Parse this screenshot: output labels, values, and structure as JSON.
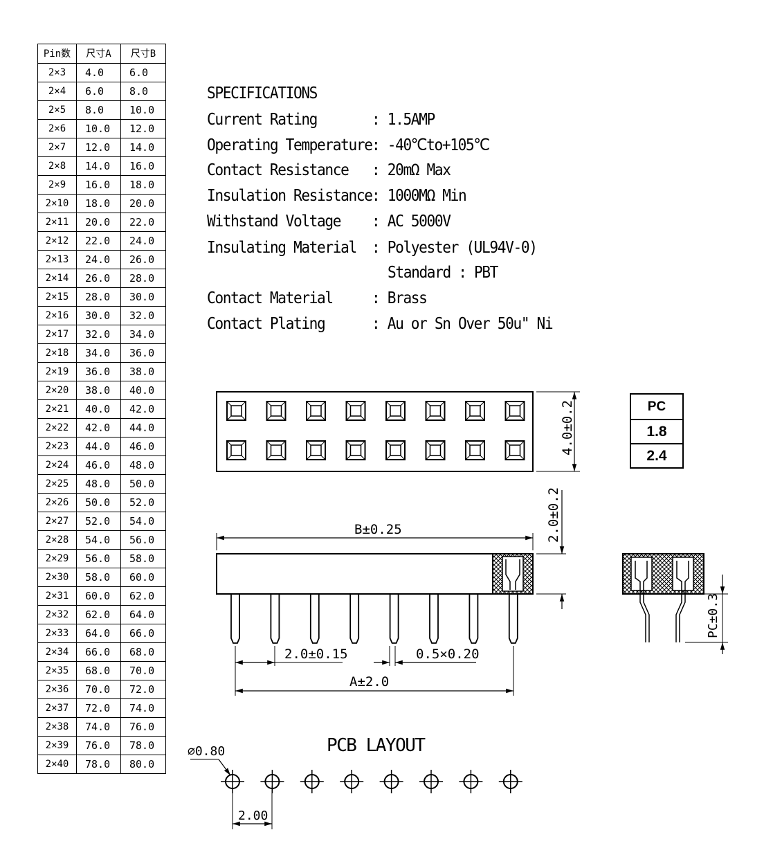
{
  "pin_table": {
    "headers": [
      "Pin数",
      "尺寸A",
      "尺寸B"
    ],
    "rows": [
      [
        "2×3",
        "4.0",
        "6.0"
      ],
      [
        "2×4",
        "6.0",
        "8.0"
      ],
      [
        "2×5",
        "8.0",
        "10.0"
      ],
      [
        "2×6",
        "10.0",
        "12.0"
      ],
      [
        "2×7",
        "12.0",
        "14.0"
      ],
      [
        "2×8",
        "14.0",
        "16.0"
      ],
      [
        "2×9",
        "16.0",
        "18.0"
      ],
      [
        "2×10",
        "18.0",
        "20.0"
      ],
      [
        "2×11",
        "20.0",
        "22.0"
      ],
      [
        "2×12",
        "22.0",
        "24.0"
      ],
      [
        "2×13",
        "24.0",
        "26.0"
      ],
      [
        "2×14",
        "26.0",
        "28.0"
      ],
      [
        "2×15",
        "28.0",
        "30.0"
      ],
      [
        "2×16",
        "30.0",
        "32.0"
      ],
      [
        "2×17",
        "32.0",
        "34.0"
      ],
      [
        "2×18",
        "34.0",
        "36.0"
      ],
      [
        "2×19",
        "36.0",
        "38.0"
      ],
      [
        "2×20",
        "38.0",
        "40.0"
      ],
      [
        "2×21",
        "40.0",
        "42.0"
      ],
      [
        "2×22",
        "42.0",
        "44.0"
      ],
      [
        "2×23",
        "44.0",
        "46.0"
      ],
      [
        "2×24",
        "46.0",
        "48.0"
      ],
      [
        "2×25",
        "48.0",
        "50.0"
      ],
      [
        "2×26",
        "50.0",
        "52.0"
      ],
      [
        "2×27",
        "52.0",
        "54.0"
      ],
      [
        "2×28",
        "54.0",
        "56.0"
      ],
      [
        "2×29",
        "56.0",
        "58.0"
      ],
      [
        "2×30",
        "58.0",
        "60.0"
      ],
      [
        "2×31",
        "60.0",
        "62.0"
      ],
      [
        "2×32",
        "62.0",
        "64.0"
      ],
      [
        "2×33",
        "64.0",
        "66.0"
      ],
      [
        "2×34",
        "66.0",
        "68.0"
      ],
      [
        "2×35",
        "68.0",
        "70.0"
      ],
      [
        "2×36",
        "70.0",
        "72.0"
      ],
      [
        "2×37",
        "72.0",
        "74.0"
      ],
      [
        "2×38",
        "74.0",
        "76.0"
      ],
      [
        "2×39",
        "76.0",
        "78.0"
      ],
      [
        "2×40",
        "78.0",
        "80.0"
      ]
    ]
  },
  "specifications": {
    "title": "SPECIFICATIONS",
    "items": [
      {
        "label": "Current Rating",
        "value": ": 1.5AMP"
      },
      {
        "label": "Operating Temperature",
        "value": ": -40℃to+105℃"
      },
      {
        "label": "Contact Resistance",
        "value": ": 20mΩ Max"
      },
      {
        "label": "Insulation Resistance",
        "value": ": 1000MΩ Min"
      },
      {
        "label": "Withstand Voltage",
        "value": ": AC 5000V"
      },
      {
        "label": "Insulating Material",
        "value": ": Polyester (UL94V-0)"
      },
      {
        "label": "",
        "value": "Standard : PBT"
      },
      {
        "label": "Contact Material",
        "value": ": Brass"
      },
      {
        "label": "Contact Plating",
        "value": ": Au or Sn Over 50u\" Ni"
      }
    ]
  },
  "pc_table": {
    "header": "PC",
    "values": [
      "1.8",
      "2.4"
    ]
  },
  "dimensions": {
    "height_top": "4.0±0.2",
    "height_side": "2.0±0.2",
    "length_b": "B±0.25",
    "pitch": "2.0±0.15",
    "pin_size": "0.5×0.20",
    "length_a": "A±2.0",
    "pc_tolerance": "PC±0.3"
  },
  "pcb_layout": {
    "title": "PCB LAYOUT",
    "hole_diameter": "⌀0.80",
    "hole_pitch": "2.00"
  }
}
